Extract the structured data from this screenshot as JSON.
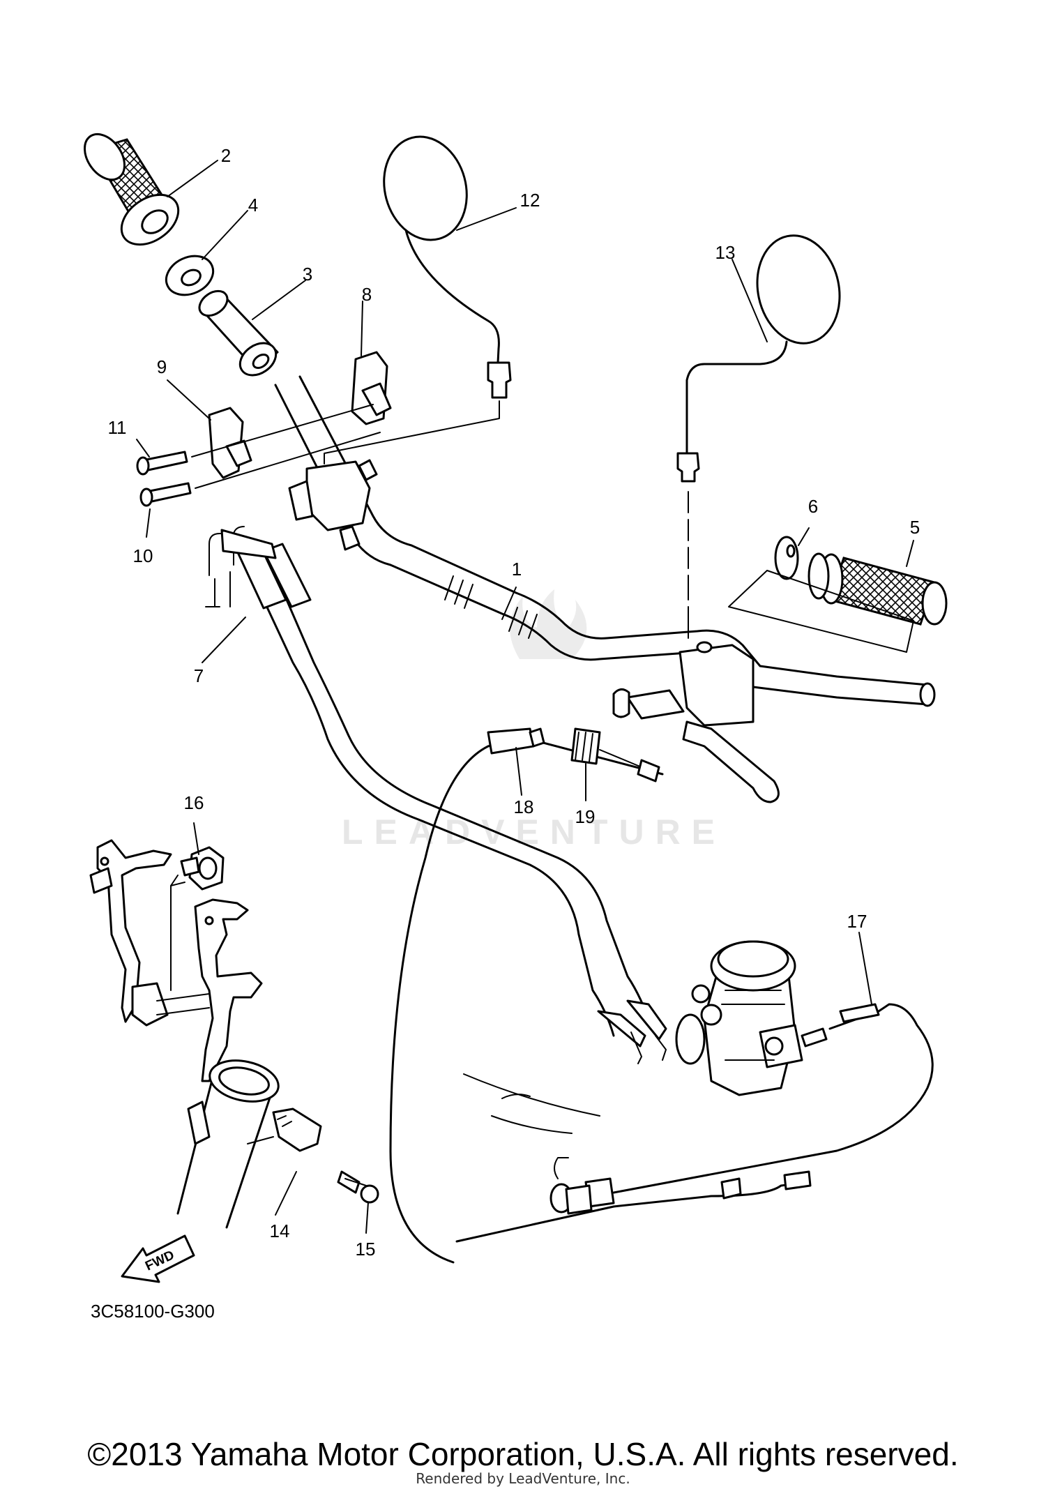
{
  "diagram": {
    "callouts": [
      "1",
      "2",
      "3",
      "4",
      "5",
      "6",
      "7",
      "8",
      "9",
      "10",
      "11",
      "12",
      "13",
      "14",
      "15",
      "16",
      "17",
      "18",
      "19"
    ],
    "part_code": "3C58100-G300",
    "fwd_label": "FWD",
    "watermark": "LEADVENTURE"
  },
  "footer": {
    "copyright": "©2013 Yamaha Motor Corporation, U.S.A. All rights reserved.",
    "rendered_by": "Rendered by LeadVenture, Inc."
  }
}
